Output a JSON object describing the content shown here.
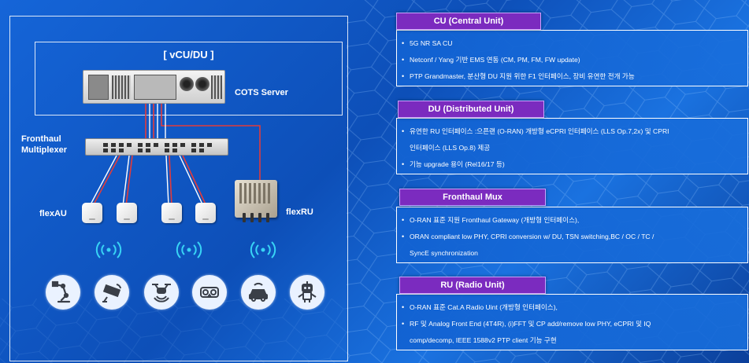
{
  "diagram": {
    "vcudu_label": "[ vCU/DU ]",
    "cots_server_label": "COTS Server",
    "mux_label_line1": "Fronthaul",
    "mux_label_line2": "Multiplexer",
    "flexau_label": "flexAU",
    "flexru_label": "flexRU",
    "icons": [
      "robot-arm-icon",
      "cctv-camera-icon",
      "drone-icon",
      "vr-headset-icon",
      "autonomous-car-icon",
      "robot-icon"
    ],
    "line_colors": {
      "red": "#e23b3b",
      "white": "#ffffff"
    }
  },
  "panels": [
    {
      "title": "CU (Central Unit)",
      "lines": [
        {
          "text": "5G NR SA CU",
          "cont": false
        },
        {
          "text": "Netconf / Yang 기반 EMS 연동 (CM, PM, FM, FW update)",
          "cont": false
        },
        {
          "text": "PTP Grandmaster, 분산형 DU 지원 위한 F1 인터페이스, 장비 유연한 전개 가능",
          "cont": false
        }
      ]
    },
    {
      "title": "DU (Distributed Unit)",
      "lines": [
        {
          "text": "유연한 RU 인터페이스 :으픈랜 (O-RAN) 개방형 eCPRI 인터페이스 (LLS Op.7,2x) 및 CPRI",
          "cont": false
        },
        {
          "text": "인터페이스 (LLS Op.8) 제공",
          "cont": true
        },
        {
          "text": "기능 upgrade 용이 (Rel16/17 등)",
          "cont": false
        }
      ]
    },
    {
      "title": "Fronthaul Mux",
      "lines": [
        {
          "text": "O-RAN 표준 지원 Fronthaul Gateway (개방형 인터페이스),",
          "cont": false
        },
        {
          "text": "ORAN compliant low PHY, CPRI conversion w/ DU, TSN switching,BC / OC / TC /",
          "cont": false
        },
        {
          "text": "SyncE synchronization",
          "cont": true
        }
      ]
    },
    {
      "title": "RU (Radio Unit)",
      "lines": [
        {
          "text": "O-RAN 표준 Cat.A Radio Uint (개방형 인터페이스),",
          "cont": false
        },
        {
          "text": "RF 및 Analog Front End (4T4R), (i)FFT 및 CP add/remove low PHY, eCPRI 및 IQ",
          "cont": false
        },
        {
          "text": "comp/decomp, IEEE 1588v2 PTP client 기능 구현",
          "cont": true
        }
      ]
    }
  ],
  "colors": {
    "panel_header": "#7b2bbf",
    "background": "#1565d8"
  }
}
